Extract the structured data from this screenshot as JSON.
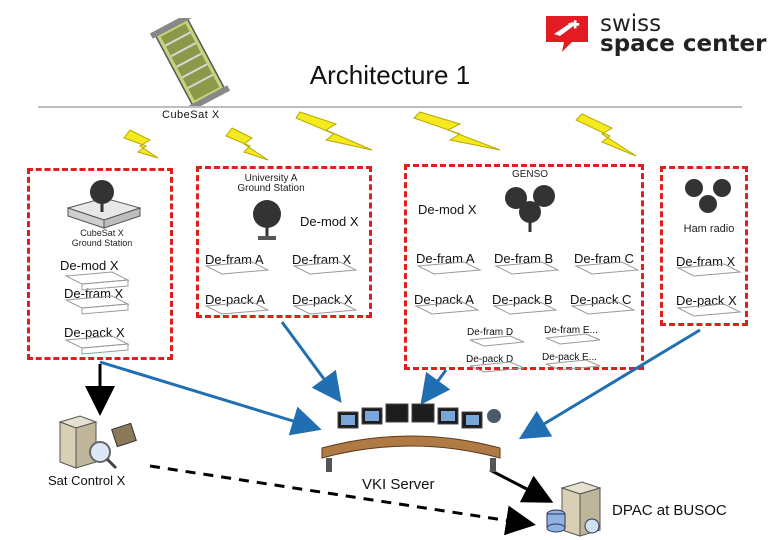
{
  "title": "Architecture 1",
  "logo": {
    "line1": "swiss",
    "line2": "space center"
  },
  "cubesat_label": "CubeSat X",
  "nodes": {
    "cubesat_gs": {
      "label_1": "CubeSat X",
      "label_2": "Ground Station"
    },
    "university": {
      "label_1": "University A",
      "label_2": "Ground Station"
    },
    "genso": "GENSO",
    "ham": "Ham radio"
  },
  "modules": {
    "box1": {
      "demod": "De-mod X",
      "defram": "De-fram X",
      "depack": "De-pack X"
    },
    "box2": {
      "demod": "De-mod X",
      "defram_a": "De-fram A",
      "defram_x": "De-fram X",
      "depack_a": "De-pack A",
      "depack_x": "De-pack X"
    },
    "box3": {
      "demod": "De-mod X",
      "defram_a": "De-fram A",
      "defram_b": "De-fram B",
      "defram_c": "De-fram C",
      "depack_a": "De-pack A",
      "depack_b": "De-pack B",
      "depack_c": "De-pack C",
      "defram_d": "De-fram D",
      "defram_e": "De-fram E...",
      "depack_d": "De-pack D",
      "depack_e": "De-pack E..."
    },
    "box4": {
      "defram": "De-fram X",
      "depack": "De-pack X"
    }
  },
  "sat_control": "Sat Control X",
  "vki_server": "VKI Server",
  "dpac": "DPAC at BUSOC",
  "colors": {
    "dash_box": "#e01e1e",
    "arrow_blue": "#1f6fb2",
    "lightning": "#f2e41a"
  }
}
